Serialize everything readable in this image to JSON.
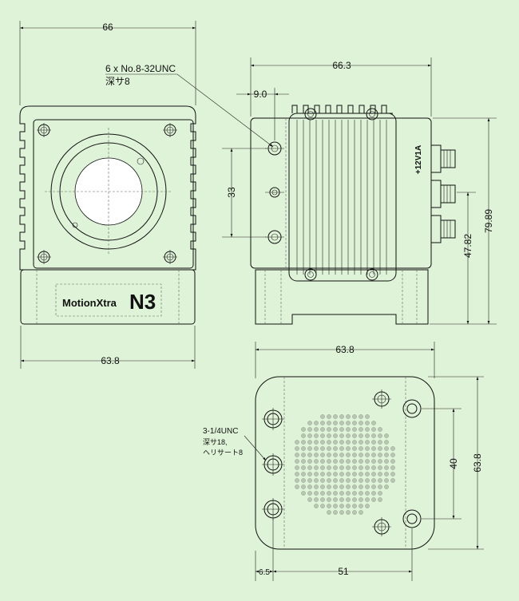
{
  "diagram": {
    "background": "#dff3d8",
    "line_color": "#111111",
    "brand": {
      "name": "MotionXtra",
      "model": "N3"
    },
    "connector_label": "+12V1A",
    "front_view": {
      "dims": {
        "top_width": "66",
        "bottom_width": "63.8"
      }
    },
    "side_view": {
      "dims": {
        "length": "66.3",
        "hole_offset": "9.0",
        "hole_pitch": "33",
        "total_height": "79.89",
        "center_height": "47.82"
      },
      "callout": {
        "line1": "6 x No.8-32UNC",
        "line2": "深サ8"
      }
    },
    "bottom_view": {
      "dims": {
        "width": "63.8",
        "depth": "63.8",
        "hole_pitch_v": "40",
        "hole_pitch_h": "51",
        "edge_offset": "6.5"
      },
      "callout": {
        "line1": "3-1/4UNC",
        "line2": "深サ18,",
        "line3": "ヘリサート8"
      }
    }
  }
}
